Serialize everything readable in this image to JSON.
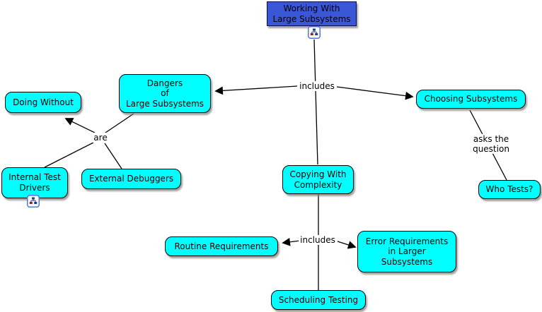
{
  "map": {
    "background": "#ffffff",
    "colors": {
      "concept_fill": "#00ffff",
      "root_concept_fill": "#3a57d8",
      "concept_border": "#000000",
      "edge": "#000000"
    }
  },
  "concepts": {
    "working_with_large_subsystems": "Working With\nLarge Subsystems",
    "dangers_of_large_subsystems": "Dangers\nof\nLarge Subsystems",
    "doing_without": "Doing Without",
    "internal_test_drivers": "Internal Test\nDrivers",
    "external_debuggers": "External Debuggers",
    "choosing_subsystems": "Choosing Subsystems",
    "who_tests": "Who Tests?",
    "copying_with_complexity": "Copying With\nComplexity",
    "routine_requirements": "Routine Requirements",
    "error_requirements_in_larger_subsystems": "Error Requirements\nin Larger\nSubsystems",
    "scheduling_testing": "Scheduling Testing"
  },
  "linking_phrases": {
    "includes_top": "includes",
    "are": "are",
    "asks_the_question": "asks the\nquestion",
    "includes_bottom": "includes"
  },
  "icons": {
    "submap_icon": "concept-map-icon"
  }
}
